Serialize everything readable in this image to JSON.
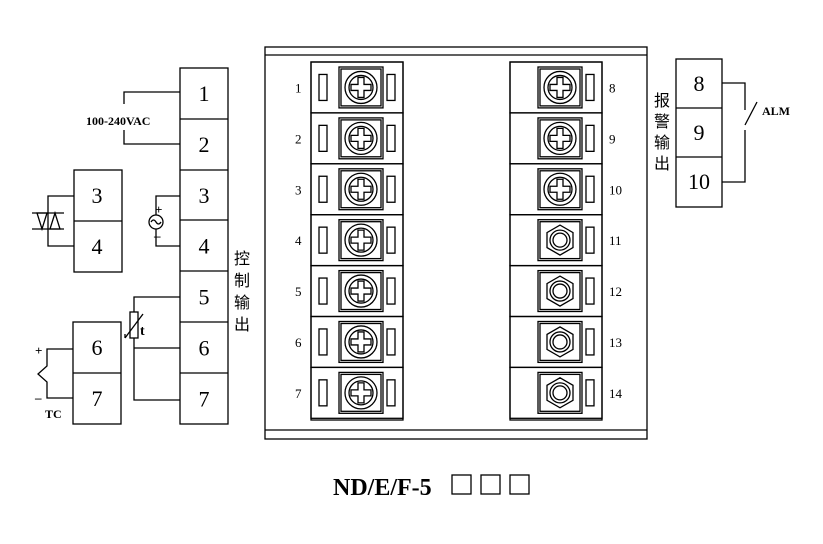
{
  "supply_label": "100-240VAC",
  "alarm_label": "ALM",
  "tc_label": "TC",
  "thermistor_label": "t",
  "plus_sign": "+",
  "minus_sign": "–",
  "control_output_label": [
    "控",
    "制",
    "输",
    "出"
  ],
  "alarm_output_label": [
    "报",
    "警",
    "输",
    "出"
  ],
  "model_name": "ND/E/F-5",
  "model_suffix_boxes": 3,
  "main_block": [
    "1",
    "2",
    "3",
    "4",
    "5",
    "6",
    "7"
  ],
  "ssr_block": [
    "3",
    "4"
  ],
  "tc_block": [
    "6",
    "7"
  ],
  "alarm_block": [
    "8",
    "9",
    "10"
  ],
  "panel_left_terminals": [
    {
      "label": "1",
      "screw": "cross"
    },
    {
      "label": "2",
      "screw": "cross"
    },
    {
      "label": "3",
      "screw": "cross"
    },
    {
      "label": "4",
      "screw": "cross"
    },
    {
      "label": "5",
      "screw": "cross"
    },
    {
      "label": "6",
      "screw": "cross"
    },
    {
      "label": "7",
      "screw": "cross"
    }
  ],
  "panel_right_terminals": [
    {
      "label": "8",
      "screw": "cross"
    },
    {
      "label": "9",
      "screw": "cross"
    },
    {
      "label": "10",
      "screw": "cross"
    },
    {
      "label": "11",
      "screw": "hex"
    },
    {
      "label": "12",
      "screw": "hex"
    },
    {
      "label": "13",
      "screw": "hex"
    },
    {
      "label": "14",
      "screw": "hex"
    }
  ]
}
